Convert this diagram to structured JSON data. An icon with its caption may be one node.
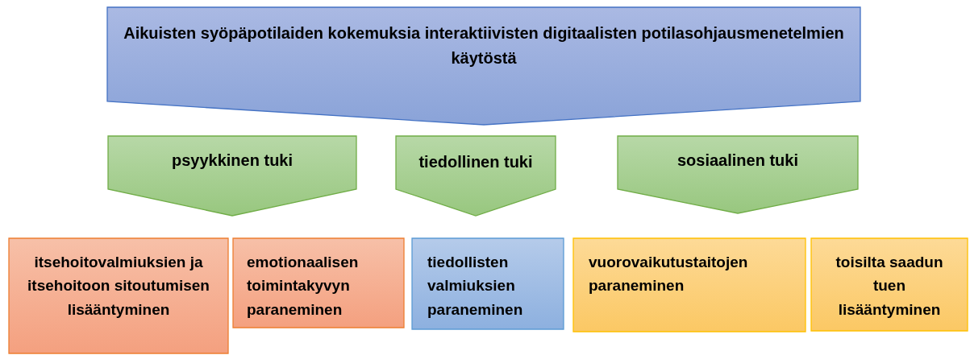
{
  "diagram": {
    "nodes": [
      {
        "text": [
          "Aikuisten syöpäpotilaiden kokemuksia interaktiivisten digitaalisten potilasohjausmenetelmien käytöstä"
        ]
      },
      {
        "text": [
          "psyykkinen tuki"
        ]
      },
      {
        "text": [
          "tiedollinen tuki"
        ]
      },
      {
        "text": [
          "sosiaalinen tuki"
        ]
      },
      {
        "text": [
          "itsehoitovalmiuksien ja itsehoitoon sitoutumisen lisääntyminen"
        ]
      },
      {
        "text": [
          "emotionaalisen toimintakyvyn paraneminen"
        ]
      },
      {
        "text": [
          "tiedollisten valmiuksien paraneminen"
        ]
      },
      {
        "text": [
          "vuorovaikutustaitojen paraneminen"
        ]
      },
      {
        "text": [
          "toisilta saadun tuen lisääntyminen"
        ]
      }
    ]
  }
}
